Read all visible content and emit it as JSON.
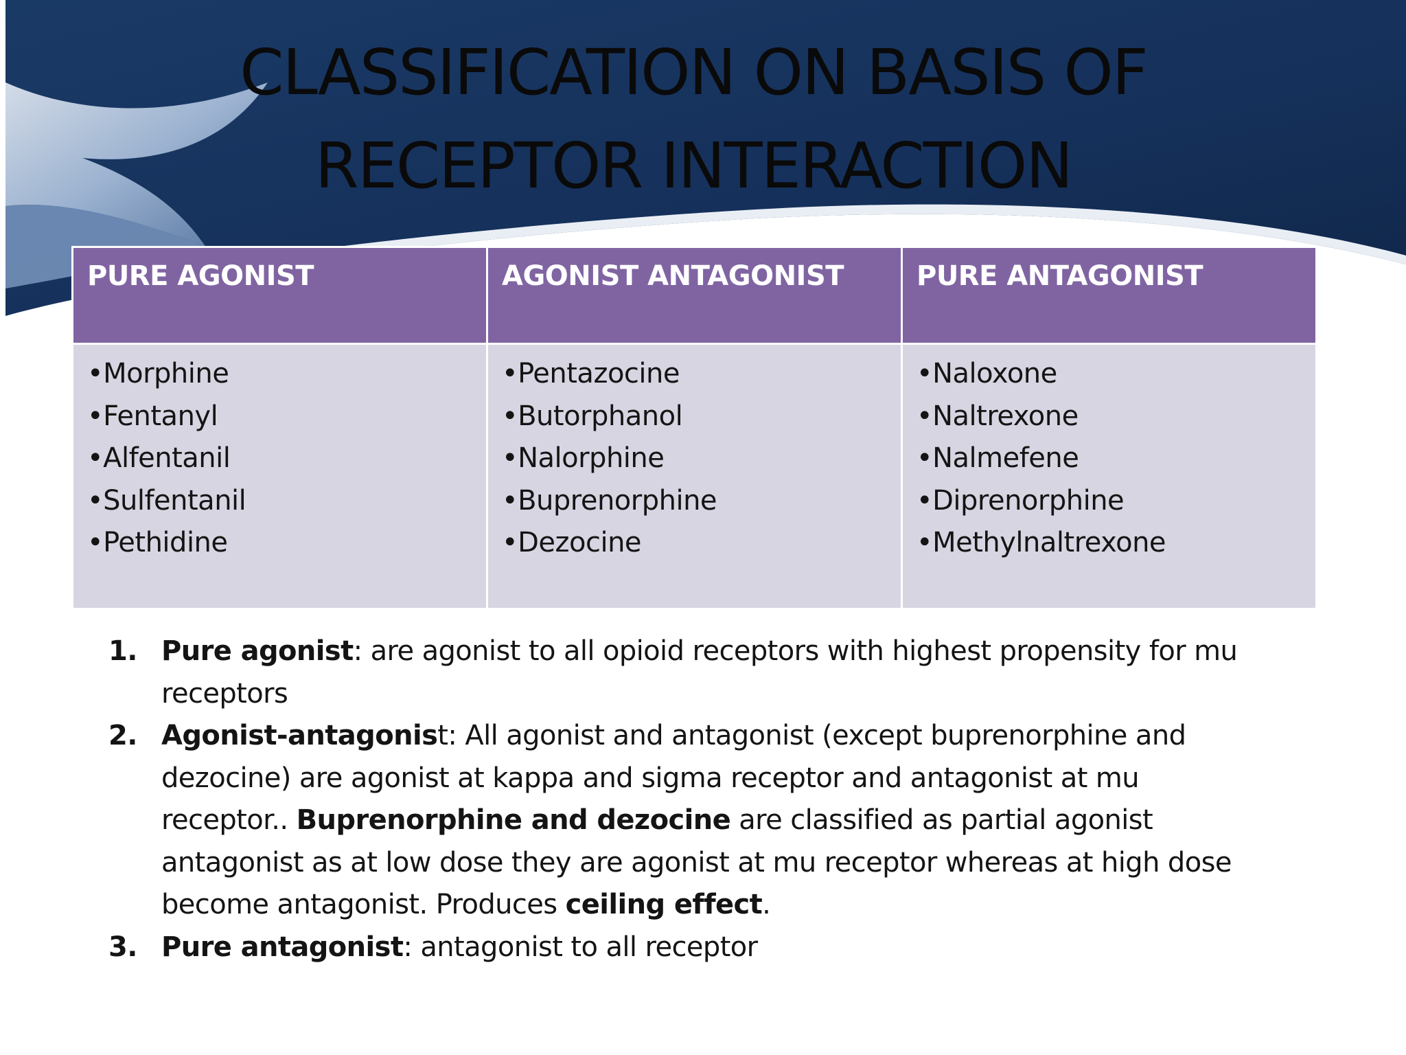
{
  "slide": {
    "title_lines": [
      "CLASSIFICATION ON BASIS OF",
      "RECEPTOR INTERACTION"
    ],
    "colors": {
      "header_navy": "#15305a",
      "table_header": "#8064a2",
      "table_body": "#d8d5e2"
    }
  },
  "table": {
    "columns": [
      {
        "header": "PURE AGONIST",
        "items": [
          "•Morphine",
          "•Fentanyl",
          "•Alfentanil",
          "•Sulfentanil",
          "•Pethidine"
        ]
      },
      {
        "header": "AGONIST ANTAGONIST",
        "items": [
          "•Pentazocine",
          "•Butorphanol",
          "•Nalorphine",
          "•Buprenorphine",
          "•Dezocine"
        ]
      },
      {
        "header": "PURE ANTAGONIST",
        "items": [
          "•Naloxone",
          "•Naltrexone",
          "•Nalmefene",
          "•Diprenorphine",
          "•Methylnaltrexone"
        ]
      }
    ]
  },
  "notes": [
    {
      "num": "1.",
      "bold": "Pure agonist",
      "text": ": are agonist to all opioid receptors with highest propensity for mu receptors"
    },
    {
      "num": "2.",
      "bold": "Agonist-antagonis",
      "text_a": "t: All agonist and antagonist (except buprenorphine and dezocine) are agonist at kappa and sigma receptor and antagonist at mu receptor.. ",
      "bold_b": "Buprenorphine and dezocine",
      "text_b": " are classified as partial agonist antagonist as at low dose they are agonist at mu receptor whereas at high dose become antagonist. Produces ",
      "bold_c": "ceiling effect",
      "text_c": "."
    },
    {
      "num": "3.",
      "bold": "Pure antagonist",
      "text": ": antagonist to all receptor"
    }
  ]
}
